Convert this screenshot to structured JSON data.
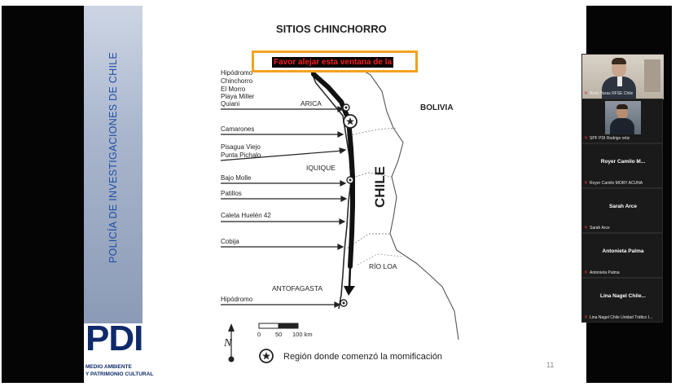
{
  "slide": {
    "side_title": "POLICÍA DE INVESTIGACIONES DE CHILE",
    "logo": "PDI",
    "logo_sub1": "MEDIO AMBIENTE",
    "logo_sub2": "Y PATRIMONIO CULTURAL",
    "page_number": "11",
    "map_heading": "SITIOS CHINCHORRO",
    "caption_overlay": "Favor alejar esta ventana de la",
    "places_left": [
      "Hipódromo",
      "Chinchorro",
      "El Morro",
      "Playa Miller",
      "Quiani",
      "Camarones",
      "Pisagua Viejo",
      "Punta Pichalo",
      "Bajo Molle",
      "Patillos",
      "Caleta Huelén 42",
      "Cobija",
      "Hipódromo"
    ],
    "cities": [
      "ARICA",
      "IQUIQUE",
      "ANTOFAGASTA"
    ],
    "country_labels": [
      "BOLIVIA",
      "CHILE"
    ],
    "river_label": "RÍO LOA",
    "scale": [
      "0",
      "50",
      "100 km"
    ],
    "north": "N",
    "legend": "Región donde comenzó la momificación"
  },
  "participants": [
    {
      "display": "",
      "label": "Brian Varas RFSE Chile",
      "has_video": true
    },
    {
      "display": "",
      "label": "SPF PDI Rodrigo ortiz",
      "has_video": true
    },
    {
      "display": "Royer Camilo M...",
      "label": "Royer Camilo MORY ACUÑA",
      "has_video": false
    },
    {
      "display": "Sarah Arce",
      "label": "Sarah Arce",
      "has_video": false
    },
    {
      "display": "Antonieta Palma",
      "label": "Antonieta Palma",
      "has_video": false
    },
    {
      "display": "Lina Nagel Chile...",
      "label": "Lina Nagel Chile Unidad Tráfico I...",
      "has_video": false
    }
  ],
  "colors": {
    "caption_border": "#f4a21d",
    "caption_text": "#ff1f1f",
    "brand_blue": "#1f4fa3",
    "logo_navy": "#0e2a6b"
  },
  "icons": [
    "muted-mic-icon",
    "north-arrow-icon",
    "star-circle-icon"
  ]
}
